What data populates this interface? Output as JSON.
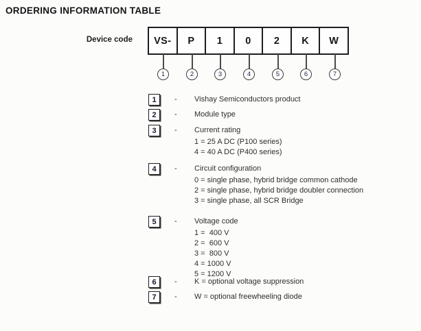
{
  "title": "ORDERING INFORMATION TABLE",
  "dash": "-",
  "device_code": {
    "label": "Device code",
    "segments": [
      "VS-",
      "P",
      "1",
      "0",
      "2",
      "K",
      "W"
    ],
    "callouts": [
      "1",
      "2",
      "3",
      "4",
      "5",
      "6",
      "7"
    ]
  },
  "legend": [
    {
      "num": "1",
      "label": "Vishay Semiconductors product",
      "options": []
    },
    {
      "num": "2",
      "label": "Module type",
      "options": []
    },
    {
      "num": "3",
      "label": "Current rating",
      "options": [
        "1 = 25 A DC (P100 series)",
        "4 = 40 A DC (P400 series)"
      ]
    },
    {
      "num": "4",
      "label": "Circuit configuration",
      "options": [
        "0 = single phase, hybrid bridge common cathode",
        "2 = single phase, hybrid bridge doubler connection",
        "3 = single phase, all SCR Bridge"
      ]
    },
    {
      "num": "5",
      "label": "Voltage code",
      "options": [
        "1 =  400 V",
        "2 =  600 V",
        "3 =  800 V",
        "4 = 1000 V",
        "5 = 1200 V"
      ]
    },
    {
      "num": "6",
      "label": "K = optional voltage suppression",
      "options": []
    },
    {
      "num": "7",
      "label": "W = optional freewheeling diode",
      "options": []
    }
  ]
}
